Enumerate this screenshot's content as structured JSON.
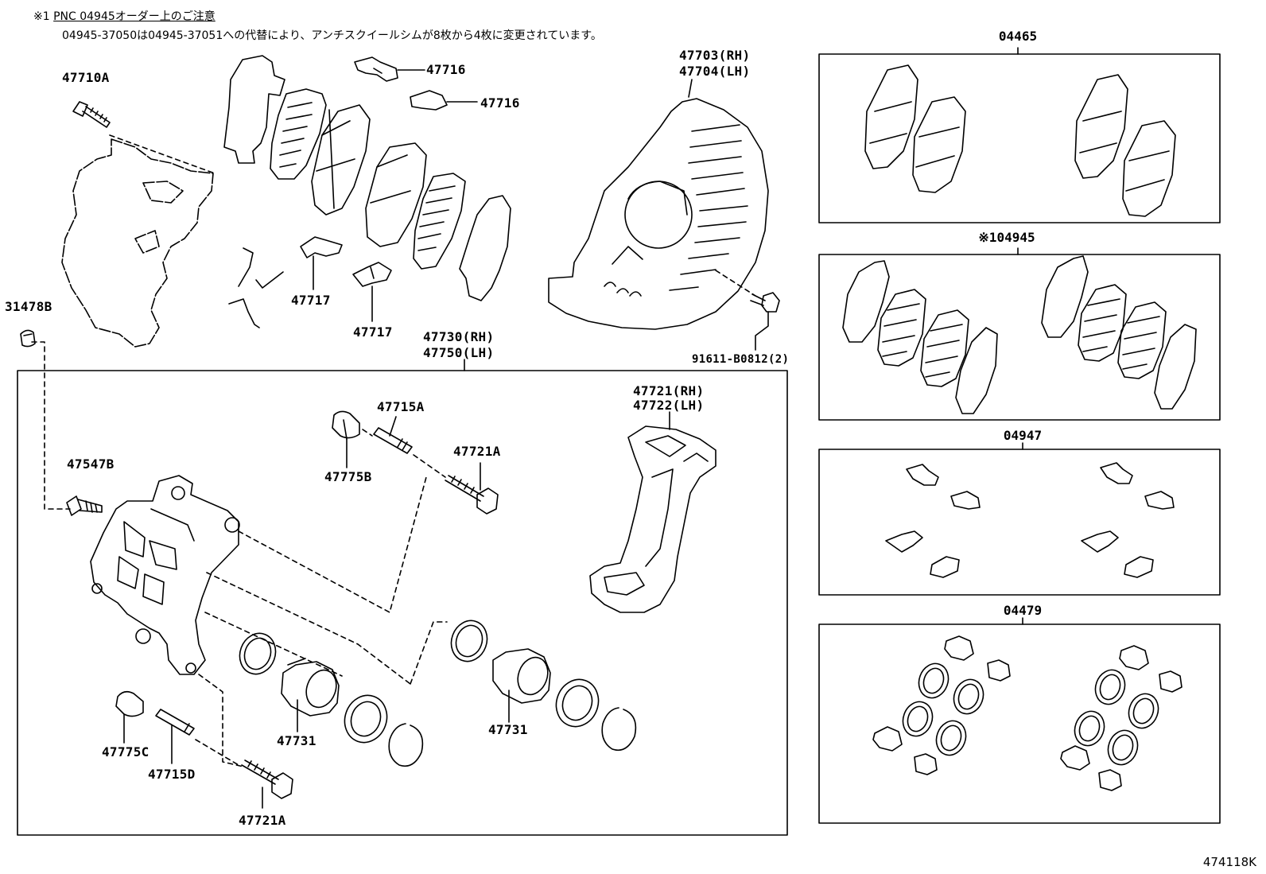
{
  "note": {
    "line1_mark": "※1",
    "line1_text": "PNC 04945オーダー上のご注意",
    "line2": "04945-37050は04945-37051への代替により、アンチスクイールシムが8枚から4枚に変更されています。"
  },
  "labels": {
    "p47710A": "47710A",
    "p31478B": "31478B",
    "p47547B": "47547B",
    "p47716a": "47716",
    "p47716b": "47716",
    "p47717a": "47717",
    "p47717b": "47717",
    "p47703": "47703(RH)",
    "p47704": "47704(LH)",
    "p91611": "91611-B0812(2)",
    "p47730": "47730(RH)",
    "p47750": "47750(LH)",
    "p47715A": "47715A",
    "p47775B": "47775B",
    "p47721A_top": "47721A",
    "p47721": "47721(RH)",
    "p47722": "47722(LH)",
    "p47731a": "47731",
    "p47731b": "47731",
    "p47775C": "47775C",
    "p47715D": "47715D",
    "p47721A_bottom": "47721A"
  },
  "kits": {
    "k04465": "04465",
    "k04945": "※104945",
    "k04947": "04947",
    "k04479": "04479"
  },
  "diagram_code": "474118K"
}
